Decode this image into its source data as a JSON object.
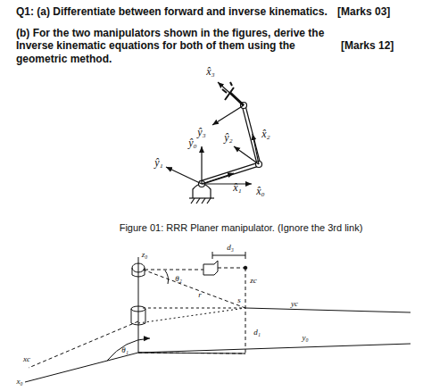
{
  "diagram": {
    "labels": [
      "Q1: (a) Differentiate between forward and inverse kinematics.",
      "[Marks 03]",
      "(b) For the two manipulators shown in the figures, derive the Inverse kinematic equations for both of them using the geometric method.",
      "[Marks 12]",
      "x̂₃",
      "ŷ₃",
      "x̂₂",
      "ŷ₂",
      "ŷ₀",
      "ŷ₁",
      "x̂₁",
      "x̂₀",
      "Figure 01: RRR Planer manipulator. (Ignore the 3rd link)",
      "z₀",
      "d₃",
      "θ₂",
      "zc",
      "r",
      "s",
      "yc",
      "y₀",
      "d₁",
      "θ₁",
      "xc",
      "x₀"
    ]
  }
}
